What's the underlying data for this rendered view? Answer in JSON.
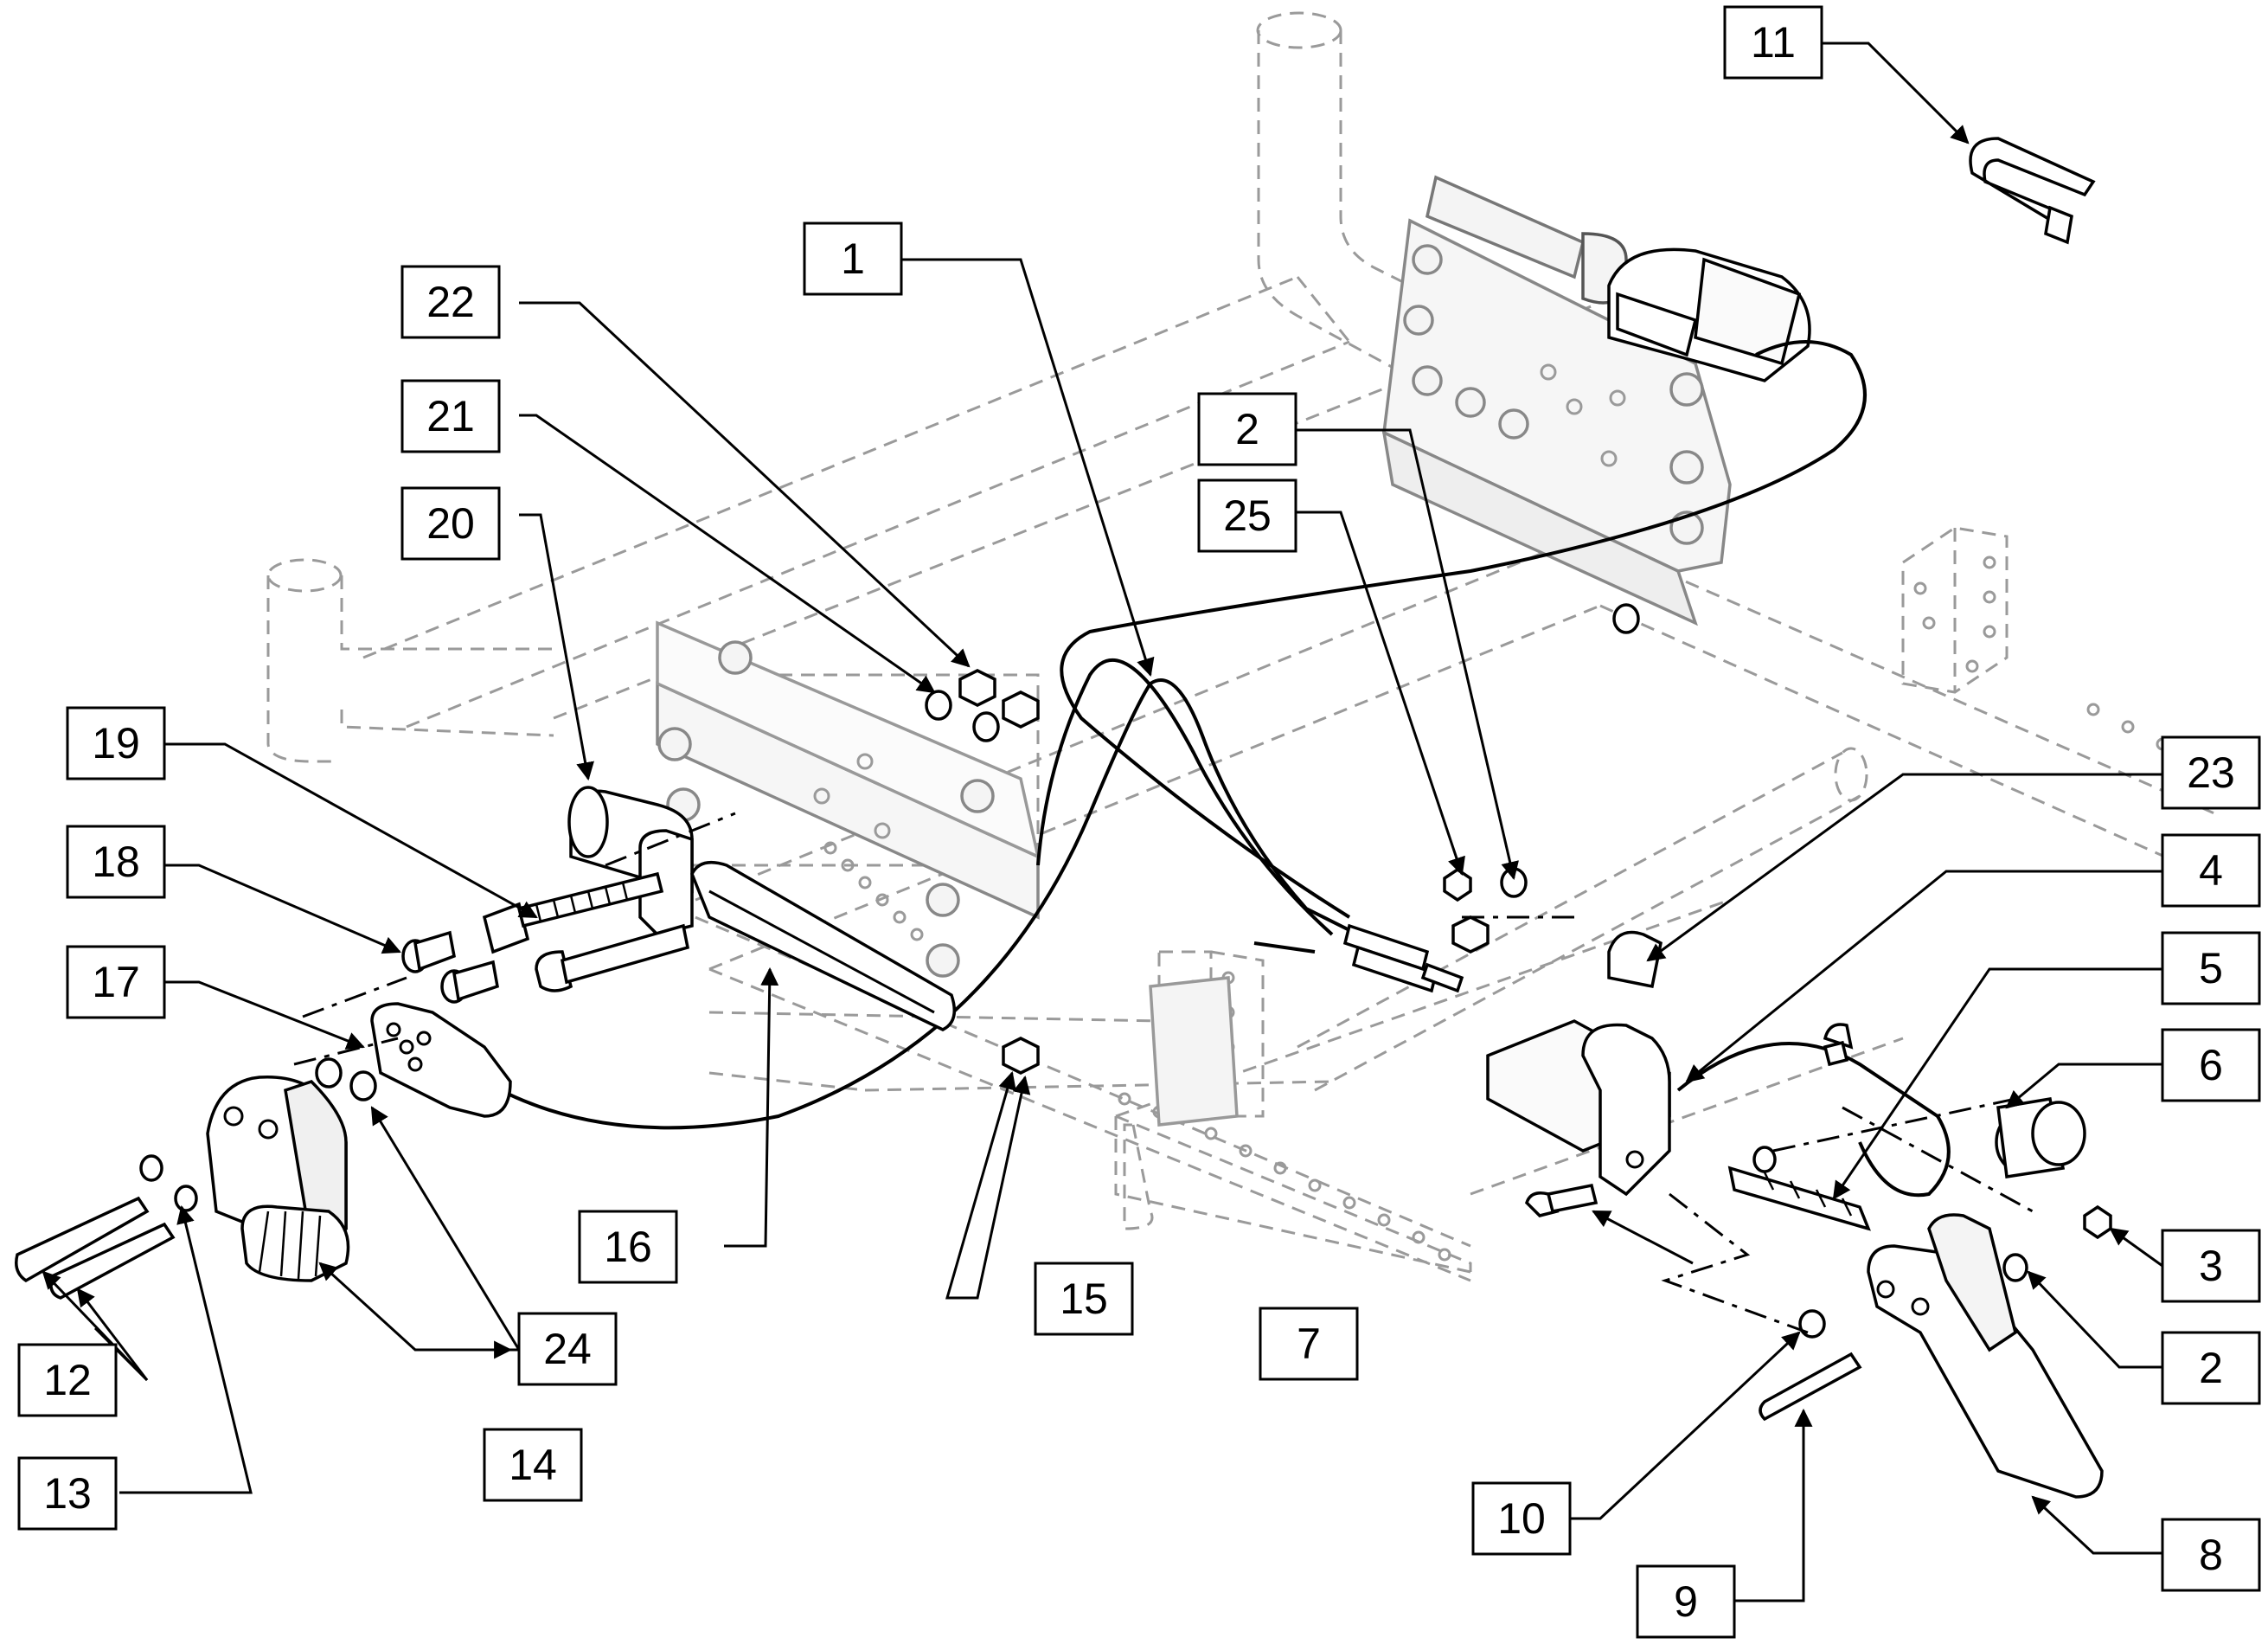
{
  "callouts": [
    {
      "id": "c1",
      "label": "1"
    },
    {
      "id": "c2a",
      "label": "2"
    },
    {
      "id": "c2b",
      "label": "2"
    },
    {
      "id": "c3",
      "label": "3"
    },
    {
      "id": "c4",
      "label": "4"
    },
    {
      "id": "c5",
      "label": "5"
    },
    {
      "id": "c6",
      "label": "6"
    },
    {
      "id": "c7",
      "label": "7"
    },
    {
      "id": "c8",
      "label": "8"
    },
    {
      "id": "c9",
      "label": "9"
    },
    {
      "id": "c10",
      "label": "10"
    },
    {
      "id": "c11",
      "label": "11"
    },
    {
      "id": "c12",
      "label": "12"
    },
    {
      "id": "c13",
      "label": "13"
    },
    {
      "id": "c14",
      "label": "14"
    },
    {
      "id": "c15",
      "label": "15"
    },
    {
      "id": "c16",
      "label": "16"
    },
    {
      "id": "c17",
      "label": "17"
    },
    {
      "id": "c18",
      "label": "18"
    },
    {
      "id": "c19",
      "label": "19"
    },
    {
      "id": "c20",
      "label": "20"
    },
    {
      "id": "c21",
      "label": "21"
    },
    {
      "id": "c22",
      "label": "22"
    },
    {
      "id": "c23",
      "label": "23"
    },
    {
      "id": "c24",
      "label": "24"
    },
    {
      "id": "c25",
      "label": "25"
    }
  ]
}
